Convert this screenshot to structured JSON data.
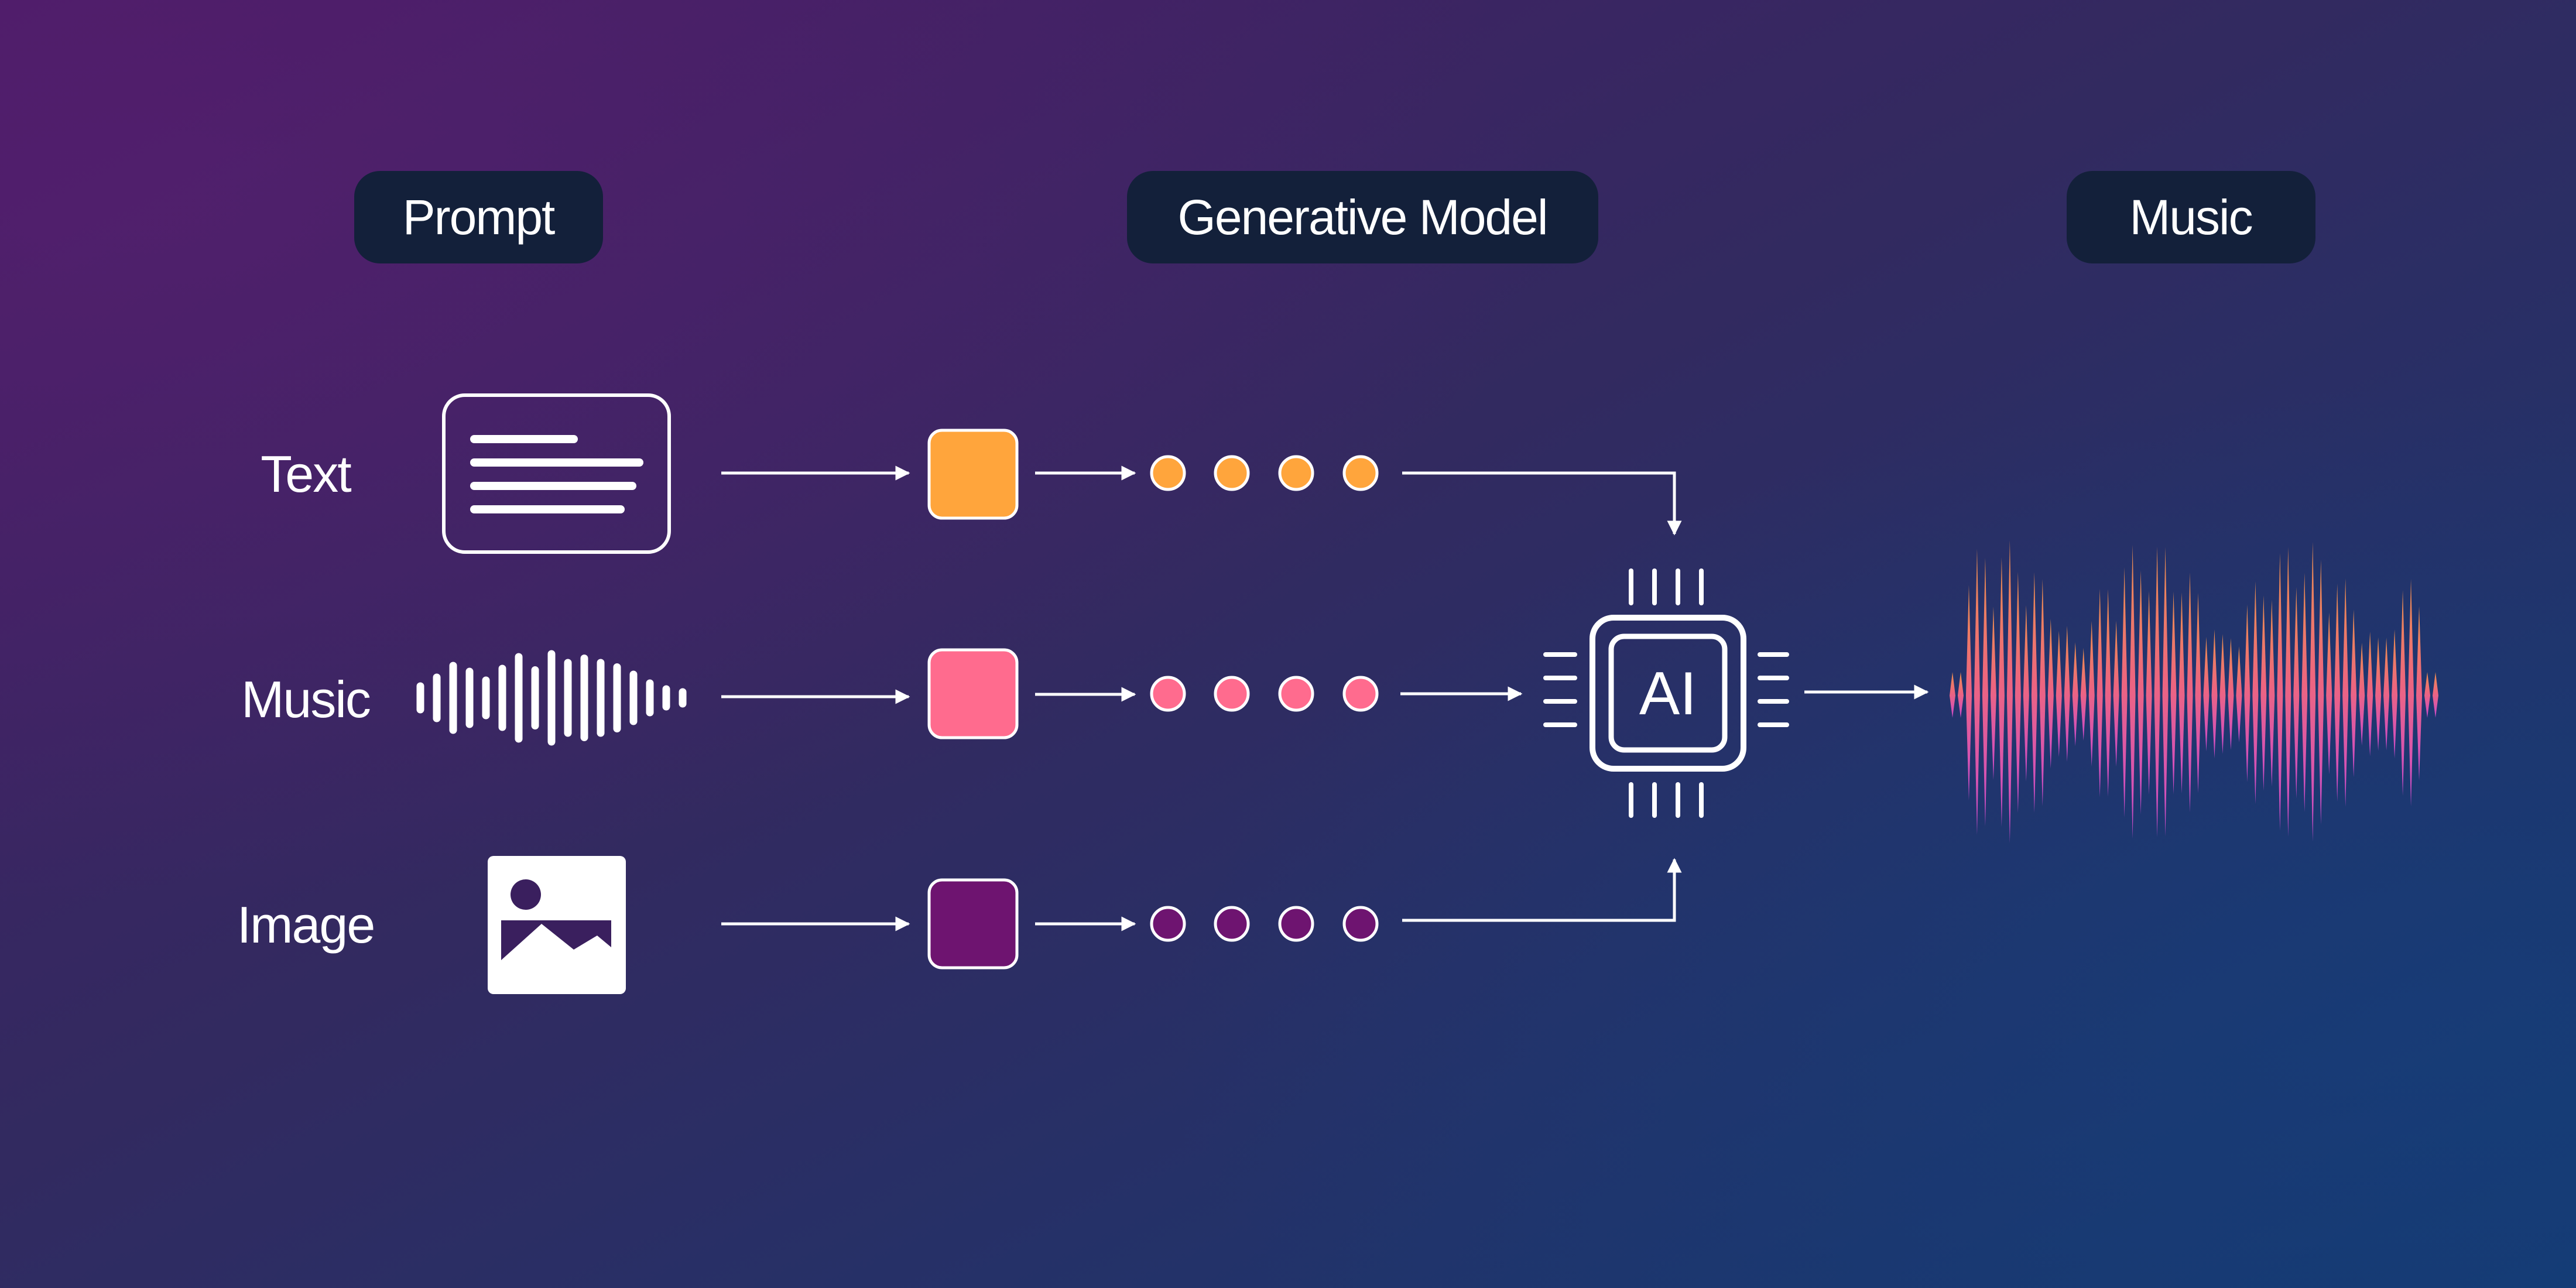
{
  "headers": {
    "prompt": "Prompt",
    "model": "Generative Model",
    "output": "Music"
  },
  "rows": [
    {
      "label": "Text",
      "icon": "text-document-icon",
      "token_color": "#ffa53c"
    },
    {
      "label": "Music",
      "icon": "audio-waveform-icon",
      "token_color": "#ff6b8e"
    },
    {
      "label": "Image",
      "icon": "image-icon",
      "token_color": "#6e1470"
    }
  ],
  "model_chip": {
    "label": "AI",
    "icon": "ai-chip-icon"
  },
  "output_icon": "music-waveform-icon",
  "colors": {
    "background_start": "#4a1c66",
    "background_end": "#163a72",
    "pill": "#13203a",
    "wave_orange": "#ff9a4a",
    "wave_pink": "#ff5d8f",
    "wave_magenta": "#d94bd6"
  }
}
